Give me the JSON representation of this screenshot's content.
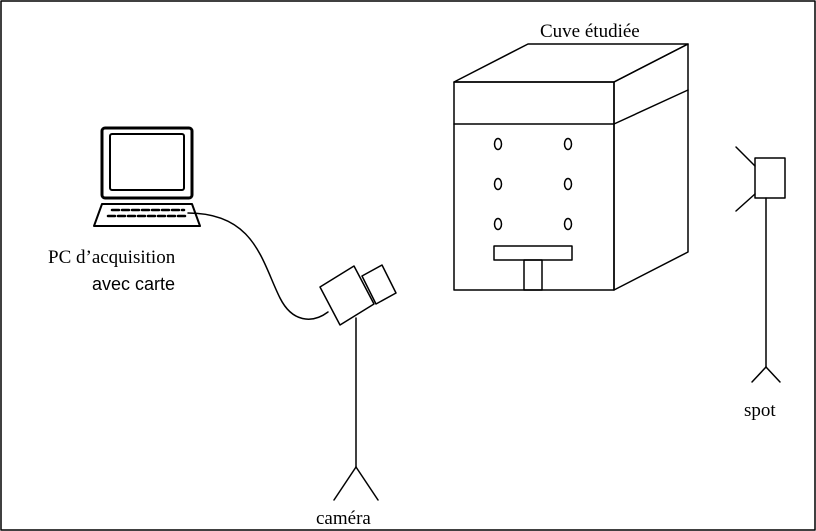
{
  "labels": {
    "tank": "Cuve étudiée",
    "pc_line1": "PC d’acquisition",
    "pc_line2": "avec carte",
    "spot": "spot",
    "camera": "caméra"
  },
  "colors": {
    "stroke": "#000000",
    "background": "#ffffff"
  }
}
